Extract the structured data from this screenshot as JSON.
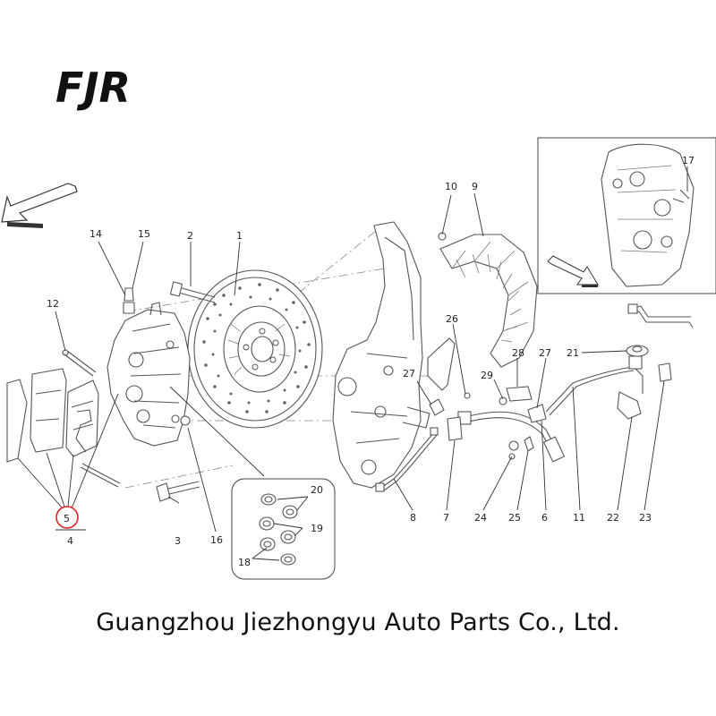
{
  "brand": {
    "logo_text": "FJR",
    "company": "Guangzhou Jiezhongyu Auto Parts Co., Ltd."
  },
  "callouts": {
    "c1": "1",
    "c2": "2",
    "c3": "3",
    "c4": "4",
    "c5": "5",
    "c6": "6",
    "c7": "7",
    "c8": "8",
    "c9": "9",
    "c10": "10",
    "c11": "11",
    "c12": "12",
    "c14": "14",
    "c15": "15",
    "c16": "16",
    "c17": "17",
    "c18": "18",
    "c19": "19",
    "c20": "20",
    "c21": "21",
    "c22": "22",
    "c23": "23",
    "c24": "24",
    "c25": "25",
    "c26": "26",
    "c27a": "27",
    "c27b": "27",
    "c28": "28",
    "c29": "29"
  },
  "highlight": {
    "color": "#e02020",
    "part": "5"
  },
  "icons": [
    "direction-arrow-icon",
    "direction-arrow-inset-icon"
  ]
}
